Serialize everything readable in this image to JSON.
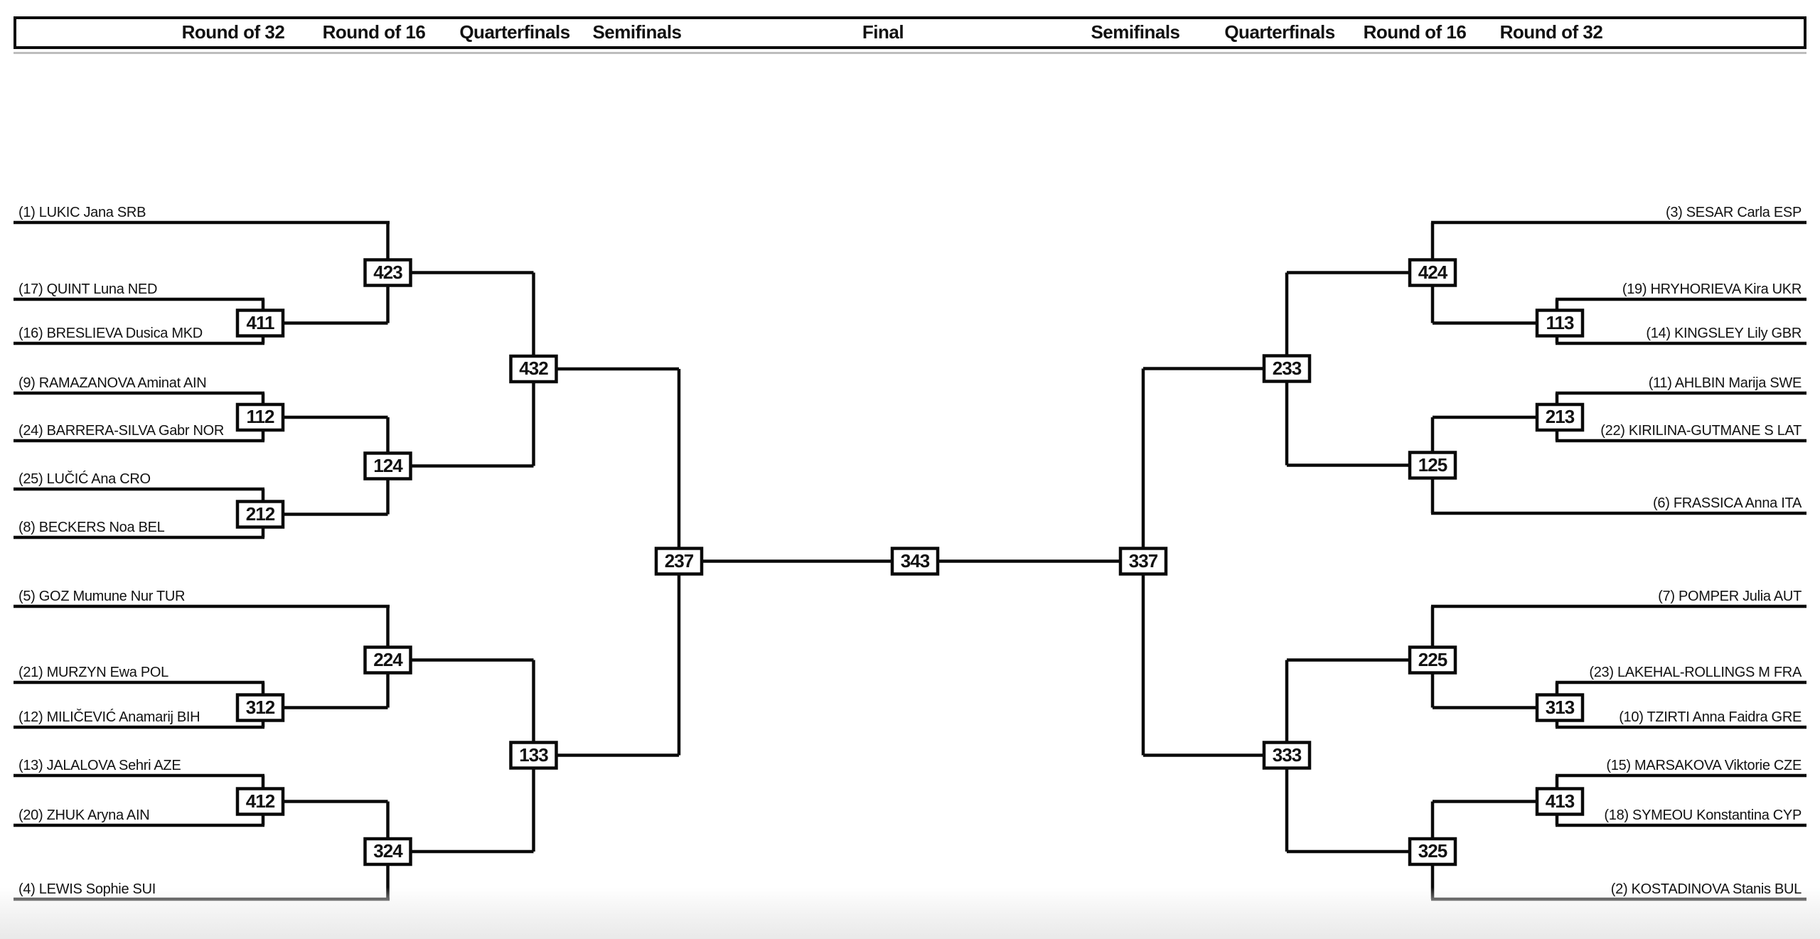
{
  "title": "Tournament draw bracket",
  "header": {
    "rounds": [
      {
        "label": "Round of 32"
      },
      {
        "label": "Round of 16"
      },
      {
        "label": "Quarterfinals"
      },
      {
        "label": "Semifinals"
      },
      {
        "label": "Final"
      },
      {
        "label": "Semifinals"
      },
      {
        "label": "Quarterfinals"
      },
      {
        "label": "Round of 16"
      },
      {
        "label": "Round of 32"
      }
    ]
  },
  "bracket": {
    "left_players": [
      {
        "label": "(1) LUKIC Jana SRB"
      },
      {
        "label": "(17) QUINT Luna NED"
      },
      {
        "label": "(16) BRESLIEVA Dusica MKD"
      },
      {
        "label": "(9) RAMAZANOVA Aminat AIN"
      },
      {
        "label": "(24) BARRERA-SILVA Gabr NOR"
      },
      {
        "label": "(25) LUČIĆ Ana CRO"
      },
      {
        "label": "(8) BECKERS Noa BEL"
      },
      {
        "label": "(5) GOZ Mumune Nur TUR"
      },
      {
        "label": "(21) MURZYN Ewa POL"
      },
      {
        "label": "(12) MILIČEVIĆ Anamarij BIH"
      },
      {
        "label": "(13) JALALOVA Sehri AZE"
      },
      {
        "label": "(20) ZHUK Aryna AIN"
      },
      {
        "label": "(4) LEWIS Sophie SUI"
      }
    ],
    "right_players": [
      {
        "label": "(3) SESAR Carla ESP"
      },
      {
        "label": "(19) HRYHORIEVA Kira UKR"
      },
      {
        "label": "(14) KINGSLEY Lily GBR"
      },
      {
        "label": "(11) AHLBIN Marija SWE"
      },
      {
        "label": "(22) KIRILINA-GUTMANE S LAT"
      },
      {
        "label": "(6) FRASSICA Anna ITA"
      },
      {
        "label": "(7) POMPER Julia AUT"
      },
      {
        "label": "(23) LAKEHAL-ROLLINGS M FRA"
      },
      {
        "label": "(10) TZIRTI Anna Faidra GRE"
      },
      {
        "label": "(15) MARSAKOVA Viktorie CZE"
      },
      {
        "label": "(18) SYMEOU Konstantina CYP"
      },
      {
        "label": "(2) KOSTADINOVA Stanis BUL"
      }
    ],
    "matches": [
      {
        "number": "423"
      },
      {
        "number": "411"
      },
      {
        "number": "112"
      },
      {
        "number": "124"
      },
      {
        "number": "212"
      },
      {
        "number": "432"
      },
      {
        "number": "224"
      },
      {
        "number": "312"
      },
      {
        "number": "412"
      },
      {
        "number": "324"
      },
      {
        "number": "133"
      },
      {
        "number": "237"
      },
      {
        "number": "343"
      },
      {
        "number": "337"
      },
      {
        "number": "424"
      },
      {
        "number": "113"
      },
      {
        "number": "213"
      },
      {
        "number": "125"
      },
      {
        "number": "233"
      },
      {
        "number": "225"
      },
      {
        "number": "313"
      },
      {
        "number": "413"
      },
      {
        "number": "325"
      },
      {
        "number": "333"
      }
    ]
  },
  "colors": {
    "line": "#0a0a0a",
    "text": "#111111",
    "box_fill": "#ffffff",
    "box_border": "#0a0a0a",
    "header_shadow": "#bdbdbd",
    "bottom_fade": "#e9e9e9"
  }
}
